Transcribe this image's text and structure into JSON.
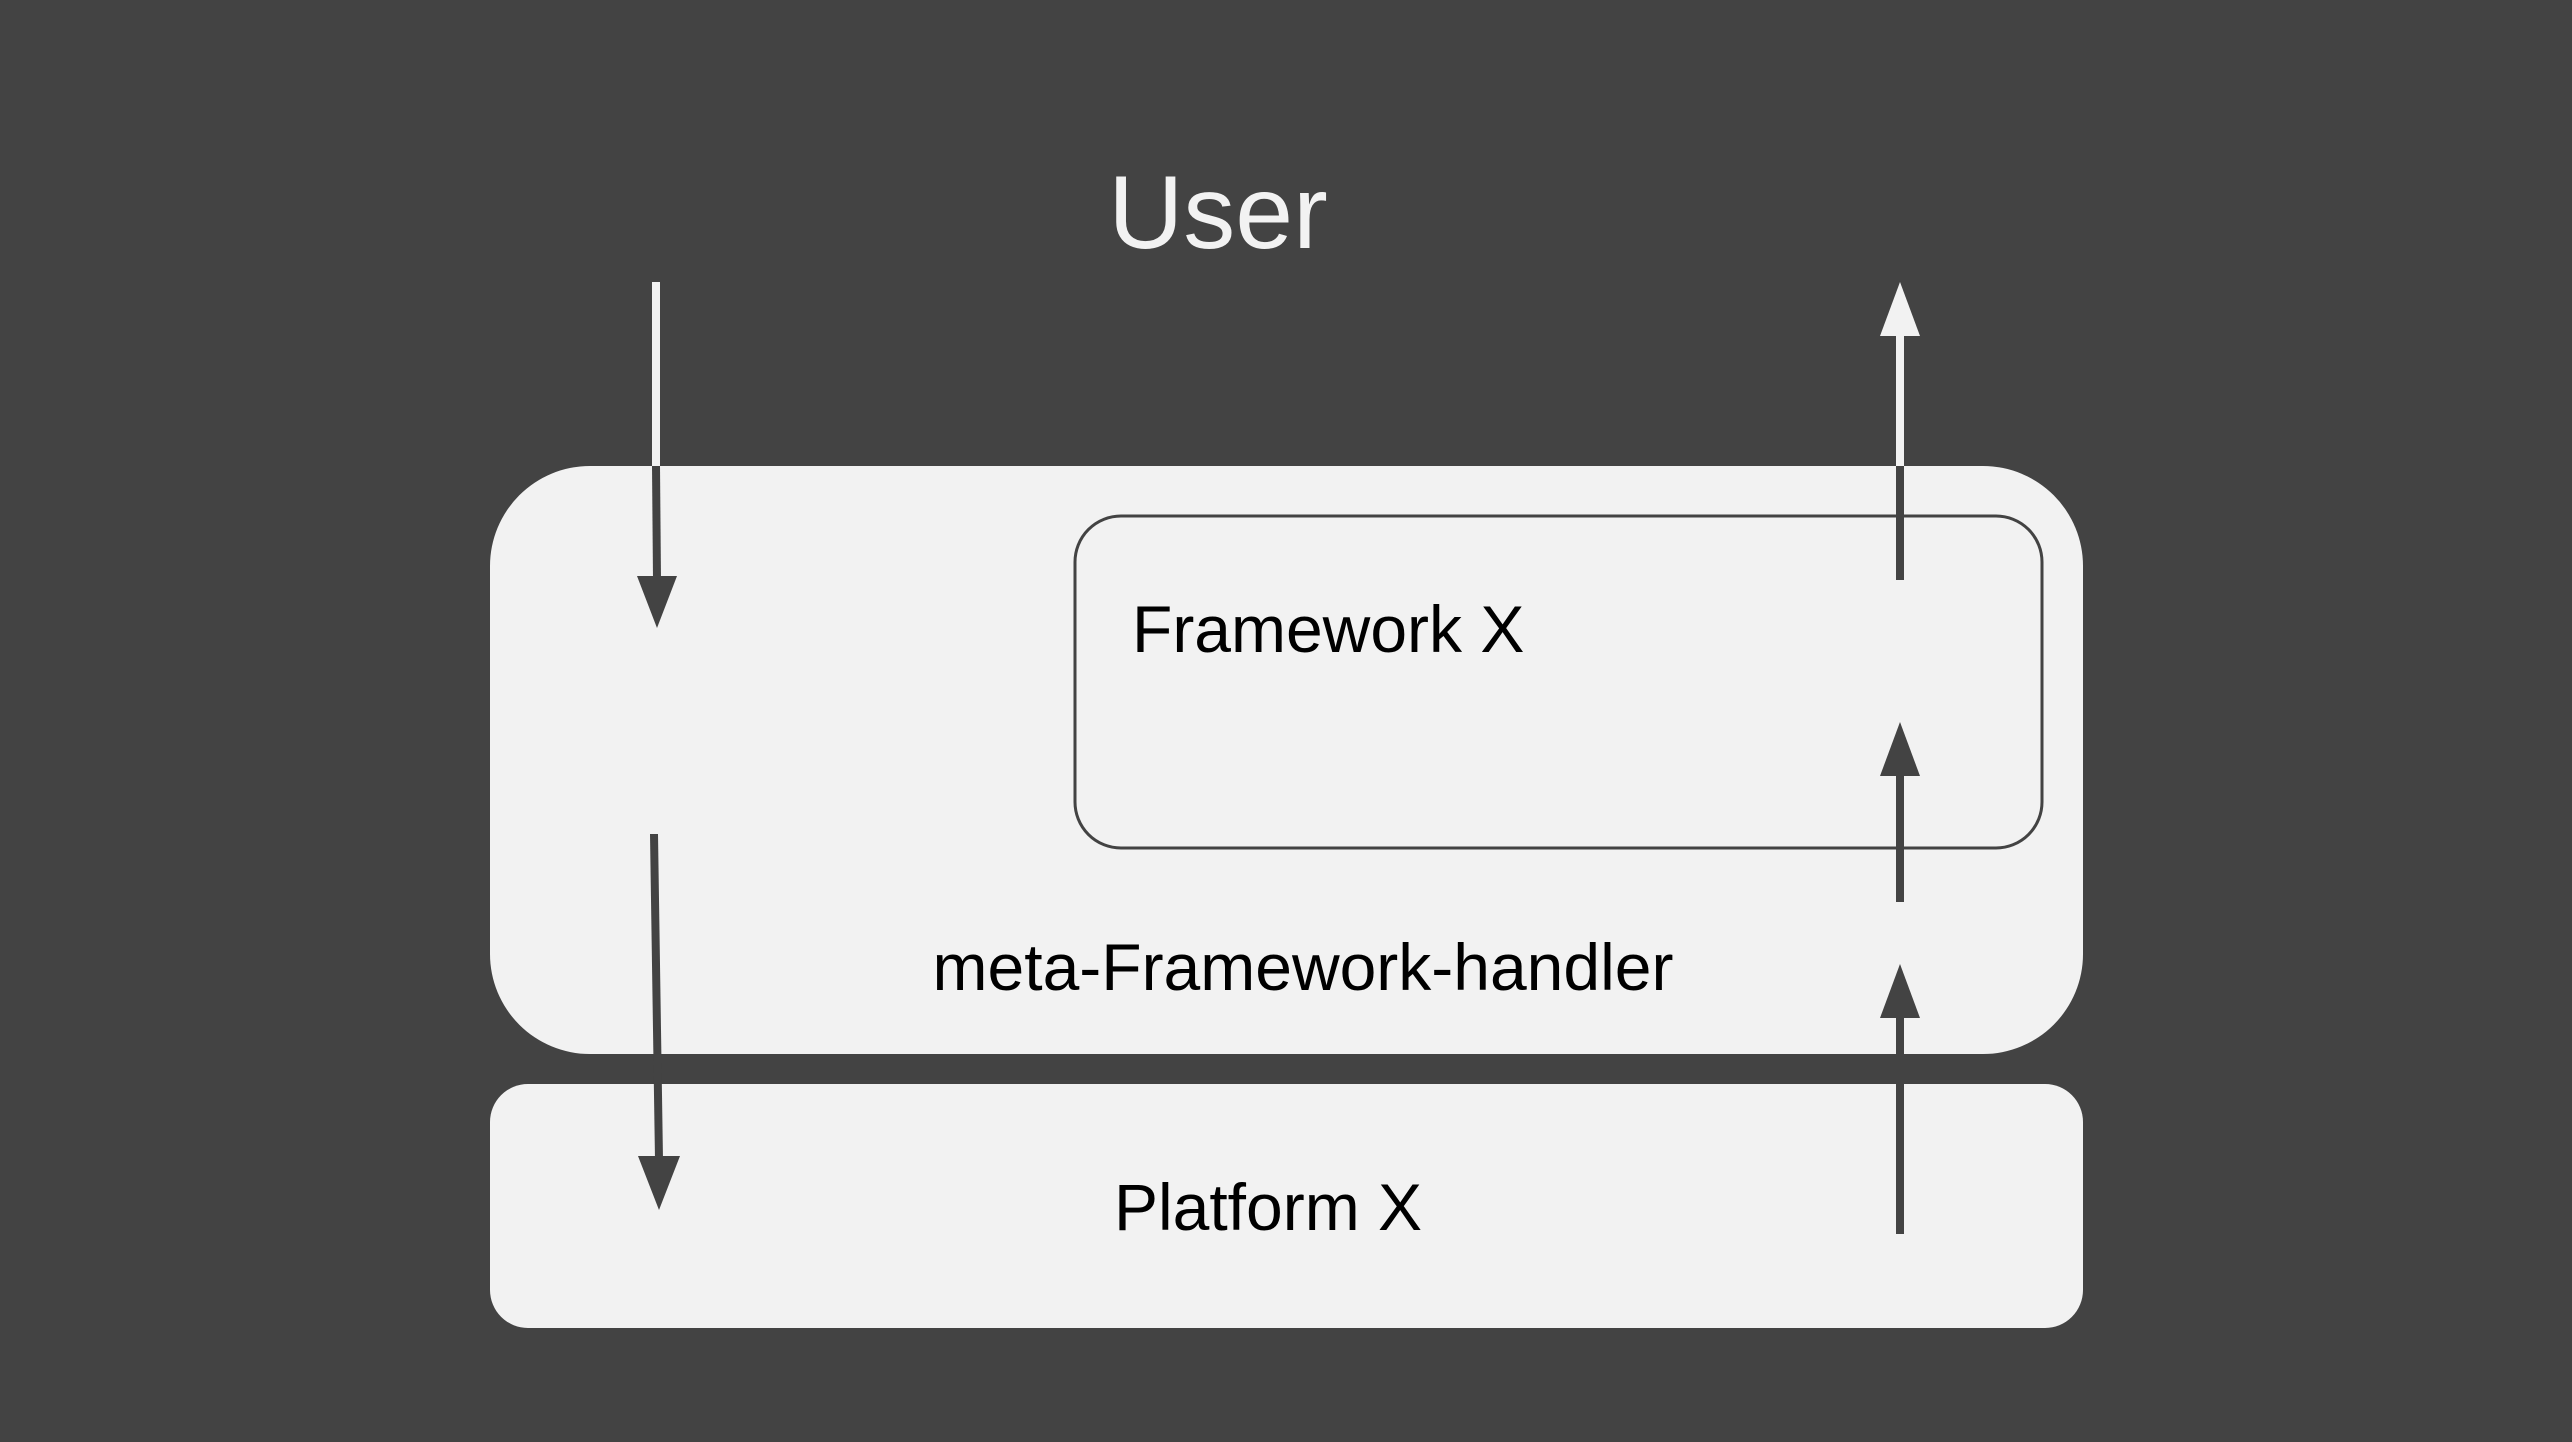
{
  "diagram": {
    "user_label": "User",
    "framework_label": "Framework X",
    "handler_label": "meta-Framework-handler",
    "platform_label": "Platform X"
  },
  "colors": {
    "background": "#434343",
    "box_fill": "#f2f2f2",
    "box_border": "#434343",
    "arrow_on_background": "#f2f2f2",
    "arrow_on_box": "#434343",
    "text_on_background": "#f2f2f2",
    "text_on_box": "#000000"
  }
}
